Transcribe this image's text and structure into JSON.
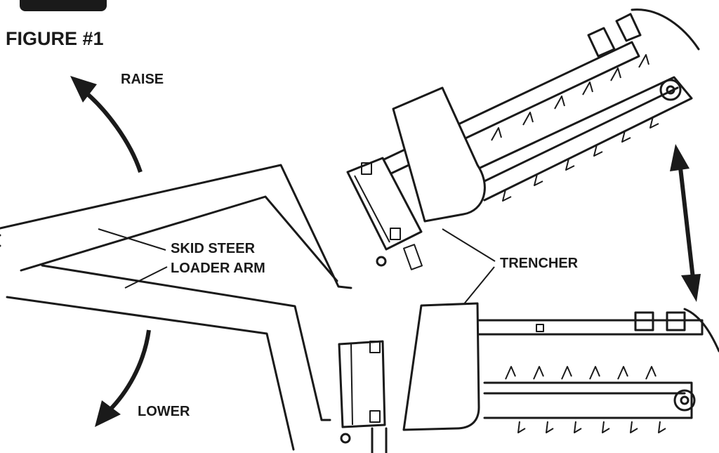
{
  "figure": {
    "title": "FIGURE #1",
    "labels": {
      "raise": "RAISE",
      "lower": "LOWER",
      "arm_line1": "SKID STEER",
      "arm_line2": "LOADER ARM",
      "trencher": "TRENCHER"
    }
  }
}
